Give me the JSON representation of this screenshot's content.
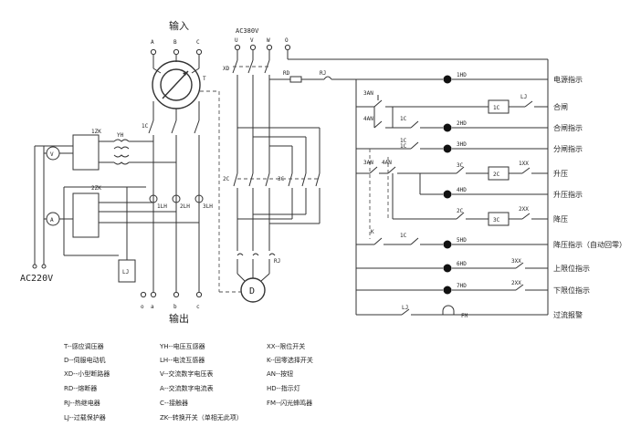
{
  "title_input": "输入",
  "title_output": "输出",
  "supply_label": "AC380V",
  "ac220_label": "AC220V",
  "phase_in": [
    "A",
    "B",
    "C"
  ],
  "phase_380": [
    "U",
    "V",
    "W",
    "O"
  ],
  "phase_out": [
    "a",
    "b",
    "c",
    "o"
  ],
  "components": {
    "T": "T",
    "XD": "XD",
    "RD": "RD",
    "RJ": "RJ",
    "RJ2": "RJ",
    "YH": "YH",
    "ZK1": "1ZK",
    "ZK2": "2ZK",
    "V": "V",
    "A": "A",
    "LJ": "LJ",
    "LH1": "1LH",
    "LH2": "2LH",
    "LH3": "3LH",
    "C1": "1C",
    "C2": "2C",
    "C3": "3C",
    "motor": "D"
  },
  "control_labels": {
    "AN3": "3AN",
    "AN4a": "4AN",
    "AN3b": "3AN",
    "AN4b": "4AN",
    "C1a": "1C",
    "C1b": "1C",
    "C1c": "1C",
    "C3a": "3C",
    "C2a": "2C",
    "C2coil": "2C",
    "C3coil": "3C",
    "C1coil": "1C",
    "XX1": "1XX",
    "XX2": "2XX",
    "XX3": "3XX",
    "XX4": "2XX",
    "K": "K",
    "LJc": "LJ",
    "LJd": "LJ",
    "FM": "FM",
    "HD": [
      "1HD",
      "2HD",
      "3HD",
      "4HD",
      "5HD",
      "6HD",
      "7HD"
    ]
  },
  "row_labels": [
    "电源指示",
    "合闸",
    "合闸指示",
    "分闸指示",
    "升压",
    "升压指示",
    "降压",
    "降压指示（自动回零）",
    "上限位指示",
    "下限位指示",
    "过流报警"
  ],
  "legend": [
    [
      "T--感应调压器",
      "YH--电压互感器",
      "XX--限位开关"
    ],
    [
      "D--伺服电动机",
      "LH--电流互感器",
      "K--回零选择开关"
    ],
    [
      "XD--小型断路器",
      "V--交流数字电压表",
      "AN--按钮"
    ],
    [
      "RD--熔断器",
      "A--交流数字电流表",
      "HD--指示灯"
    ],
    [
      "RJ--热继电器",
      "C--接触器",
      "FM--闪光蜂鸣器"
    ],
    [
      "LJ--过载保护器",
      "ZK--转换开关（单相无此项）",
      ""
    ]
  ]
}
